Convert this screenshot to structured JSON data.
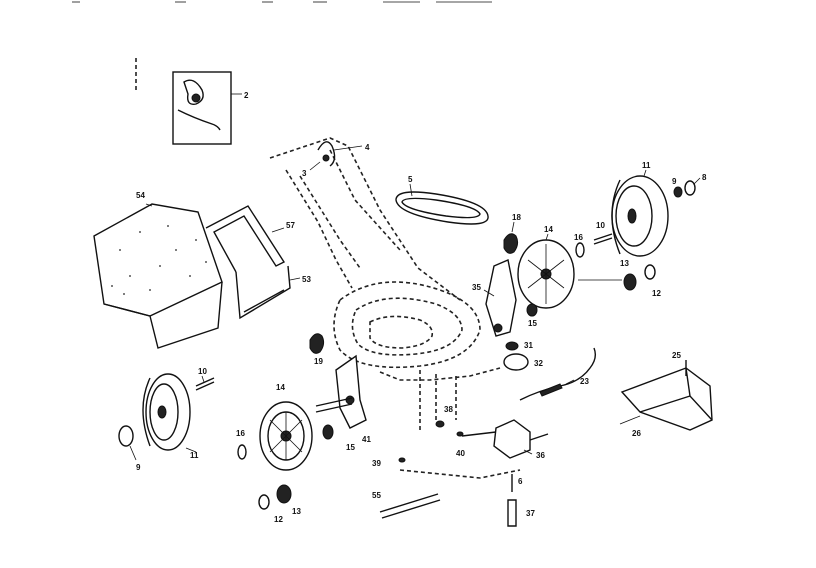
{
  "diagram": {
    "callouts": [
      "2",
      "4",
      "3",
      "5",
      "11",
      "8",
      "9",
      "10",
      "16",
      "14",
      "13",
      "12",
      "18",
      "35",
      "15",
      "31",
      "32",
      "54",
      "57",
      "53",
      "19",
      "25",
      "26",
      "23",
      "38",
      "39",
      "40",
      "36",
      "6",
      "37",
      "55",
      "41"
    ]
  }
}
